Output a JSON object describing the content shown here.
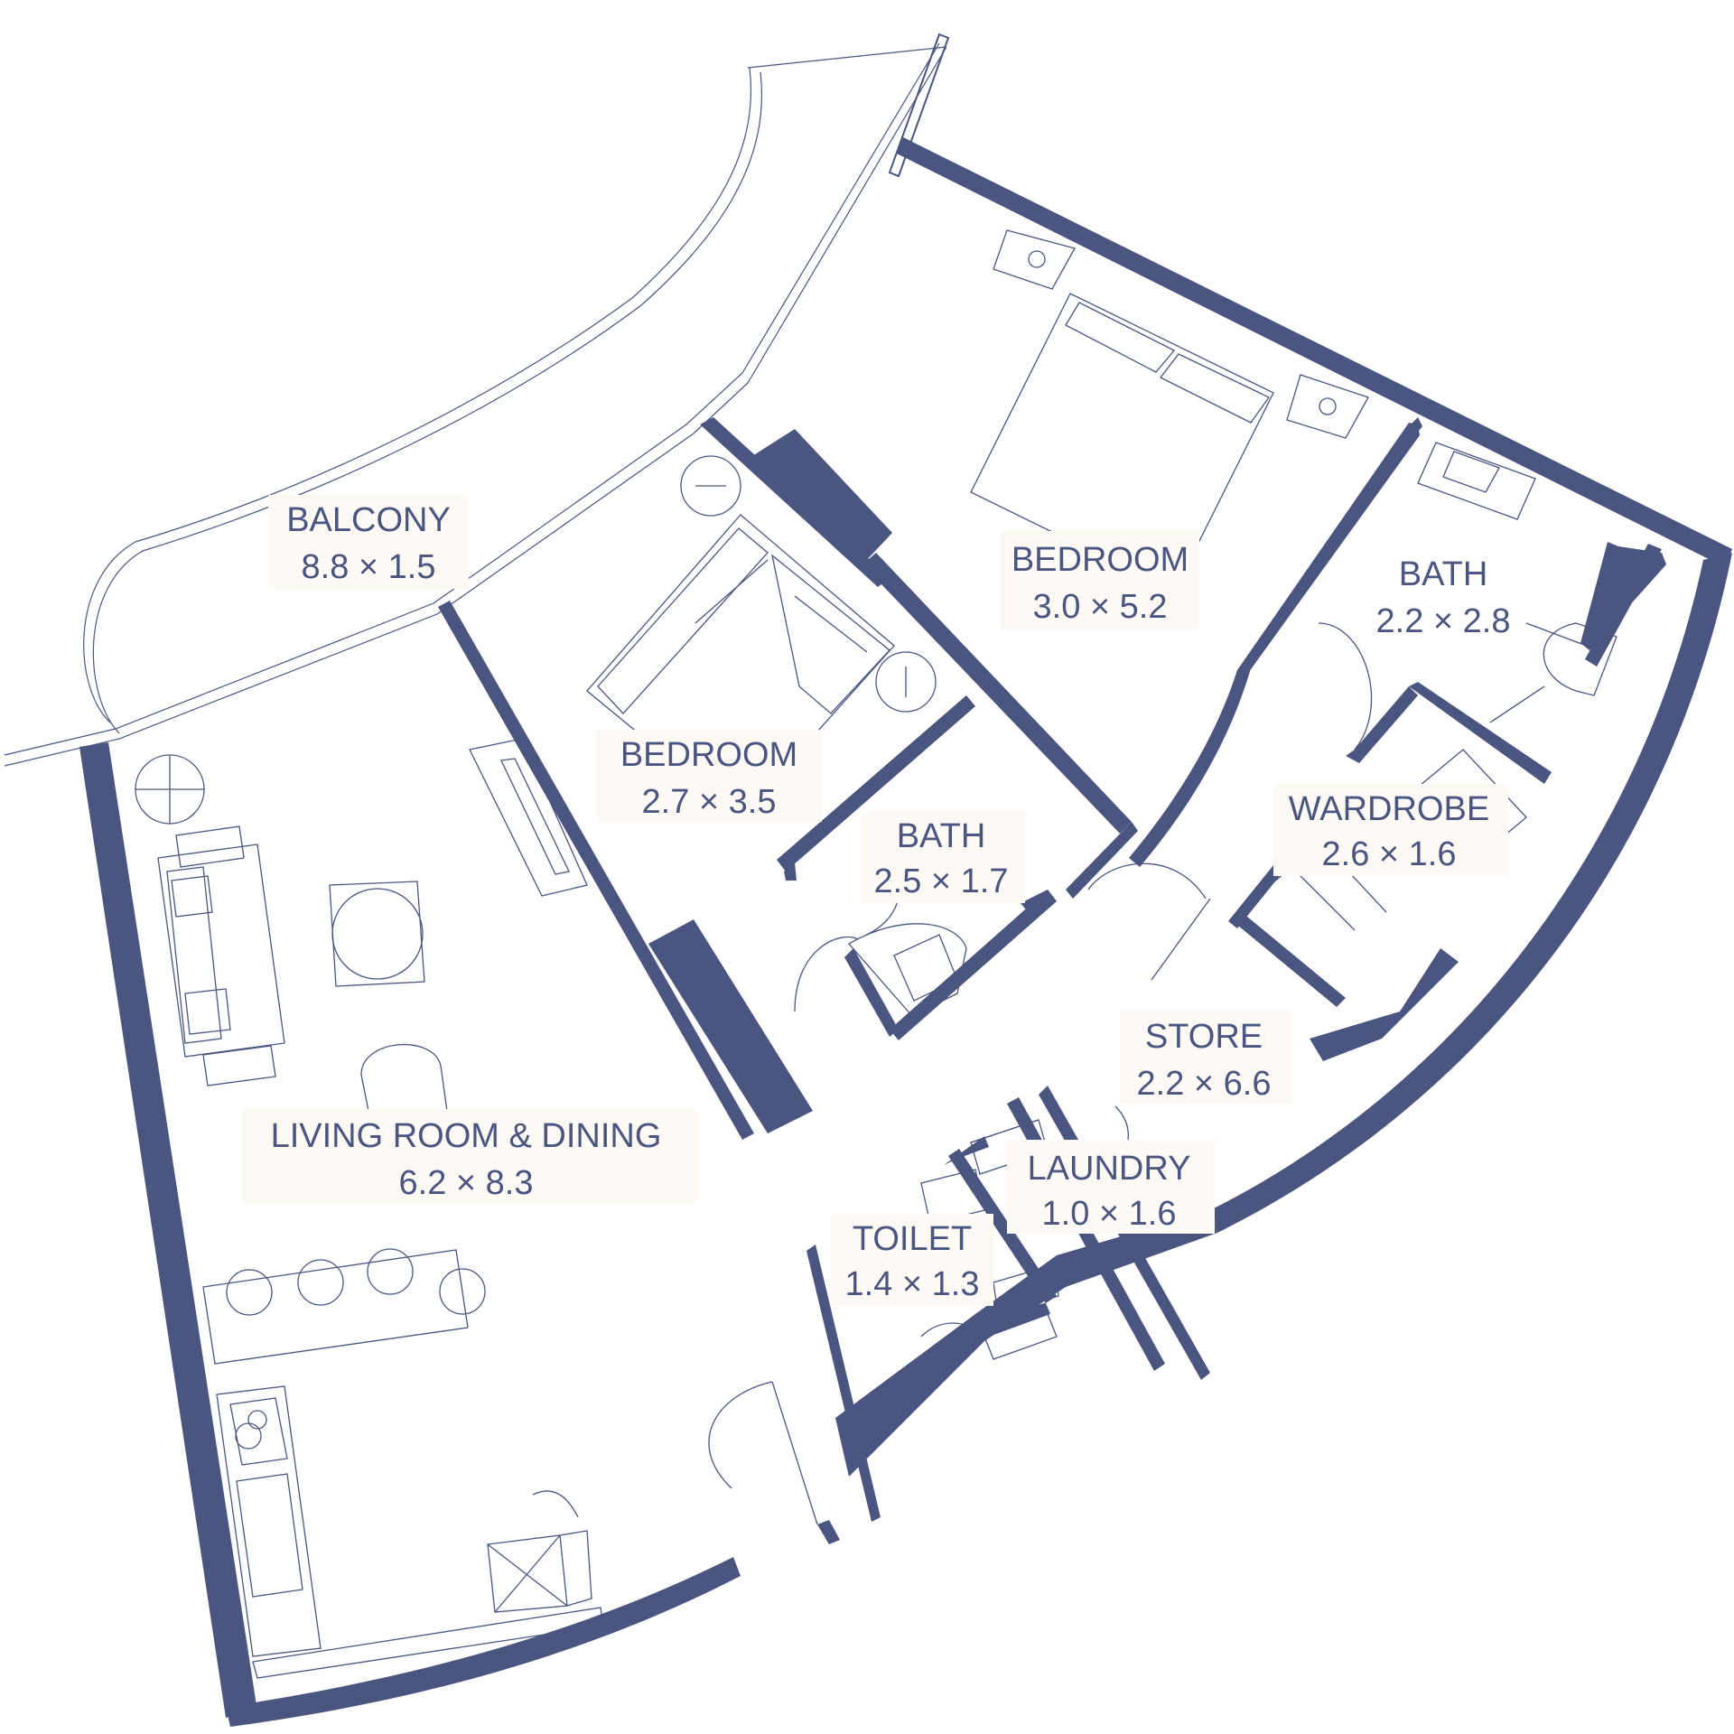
{
  "colors": {
    "wall": "#4a5580",
    "label_bg": "#fdf9f5",
    "background": "#ffffff"
  },
  "rooms": [
    {
      "id": "balcony",
      "name": "BALCONY",
      "size": "8.8 × 1.5"
    },
    {
      "id": "bedroom-master",
      "name": "BEDROOM",
      "size": "3.0 × 5.2"
    },
    {
      "id": "bath-master",
      "name": "BATH",
      "size": "2.2 × 2.8"
    },
    {
      "id": "bedroom-second",
      "name": "BEDROOM",
      "size": "2.7 × 3.5"
    },
    {
      "id": "bath-second",
      "name": "BATH",
      "size": "2.5 × 1.7"
    },
    {
      "id": "wardrobe",
      "name": "WARDROBE",
      "size": "2.6 × 1.6"
    },
    {
      "id": "store",
      "name": "STORE",
      "size": "2.2 × 6.6"
    },
    {
      "id": "laundry",
      "name": "LAUNDRY",
      "size": "1.0 × 1.6"
    },
    {
      "id": "toilet",
      "name": "TOILET",
      "size": "1.4 × 1.3"
    },
    {
      "id": "living",
      "name": "LIVING ROOM & DINING",
      "size": "6.2 × 8.3"
    }
  ]
}
